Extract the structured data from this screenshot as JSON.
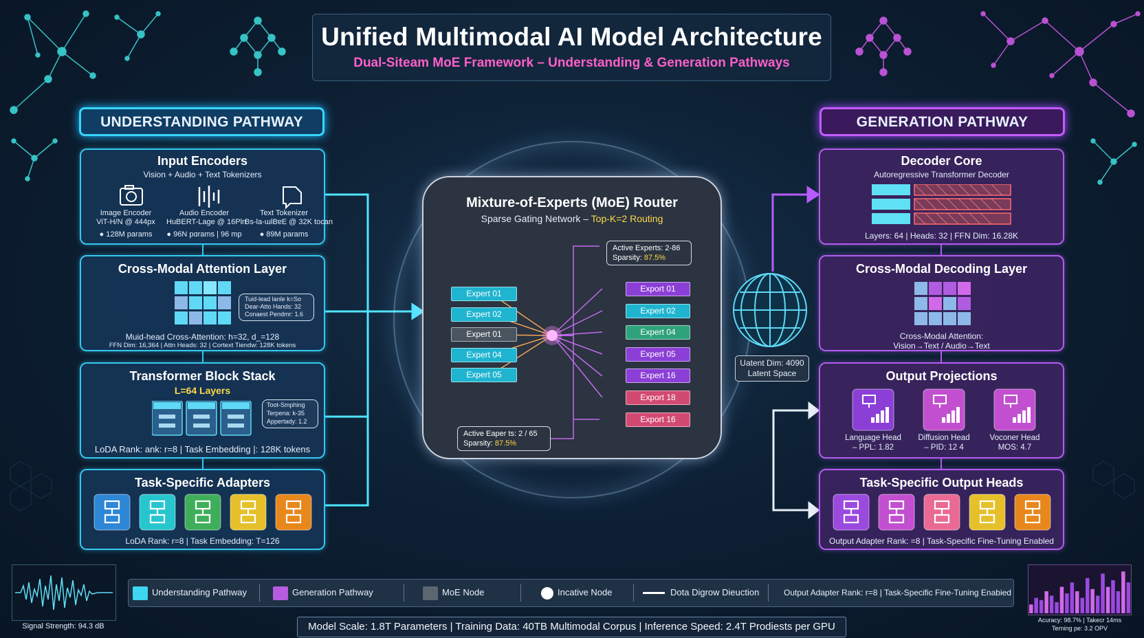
{
  "header": {
    "title": "Unified Multimodal AI Model Architecture",
    "subtitle": "Dual-Siteam MoE Framework – Understanding & Generation Pathways"
  },
  "understanding": {
    "header": "UNDERSTANDING PATHWAY",
    "input_encoders": {
      "title": "Input Encoders",
      "subtitle": "Vision + Audio + Text Tokenizers",
      "encoders": [
        {
          "icon": "camera-icon",
          "name": "Image Encoder",
          "spec": "ViT-H/N @ 444px",
          "params": "128M params"
        },
        {
          "icon": "waveform-icon",
          "name": "Audio Encoder",
          "spec": "HuBERT-Lage @ 16Pln",
          "params": "96N pɑrams | 96 mp"
        },
        {
          "icon": "document-icon",
          "name": "Text Tokenizer",
          "spec": "Bs-la-ɯlBɐE @ 32K tocan",
          "params": "89M params"
        }
      ]
    },
    "cross_modal": {
      "title": "Cross-Modal Attention Layer",
      "note_lines": [
        "Tuid-lead lanle k=So",
        "Dear-Atto Hands: 32",
        "Conaest Pendmr: 1.6"
      ],
      "line1": "Muid-head Cross-Attention: h=32, d_=128",
      "line2": "FFN Dim: 16,364 | Attn Heads: 32 | Cortext Tiendw: 128K tokens"
    },
    "transformer": {
      "title": "Transformer Block Stack",
      "subtitle": "L=64 Layers",
      "note_lines": [
        "Toot-Smphing",
        "Terpena: k-35",
        "Appertady: 1.2"
      ],
      "footer": "LoDA Rank: ank: r=8 | Task Embedding |:  128K tokens"
    },
    "adapters": {
      "title": "Task-Specific Adapters",
      "footer": "LoDA Rank: r=8 | Task Embedding: T=126",
      "colors": [
        "#2e86d6",
        "#27c6cf",
        "#3fae5a",
        "#e6c02a",
        "#e8871c"
      ]
    }
  },
  "router": {
    "title": "Mixture-of-Experts (MoE) Router",
    "subtitle_prefix": "Sparse Gating Network – ",
    "subtitle_highlight": "Top-K=2 Routing",
    "left_experts": [
      {
        "label": "Expert 01",
        "color": "#1fb4cf"
      },
      {
        "label": "Expert 02",
        "color": "#1fb4cf"
      },
      {
        "label": "Expert 01",
        "color": "#4a5560"
      },
      {
        "label": "Expert 04",
        "color": "#1fb4cf"
      },
      {
        "label": "Expert 05",
        "color": "#1fb4cf"
      }
    ],
    "right_experts": [
      {
        "label": "Export 01",
        "color": "#8b3fd6"
      },
      {
        "label": "Expert 02",
        "color": "#1fb4cf"
      },
      {
        "label": "Expert 04",
        "color": "#2ea27a"
      },
      {
        "label": "Expert 05",
        "color": "#8b3fd6"
      },
      {
        "label": "Expert 16",
        "color": "#8b3fd6"
      },
      {
        "label": "Export 18",
        "color": "#d24a72"
      },
      {
        "label": "Export 16",
        "color": "#d24a72"
      }
    ],
    "callout_top": {
      "line1": "Active Experts: 2-86",
      "line2_label": "Sparsity: ",
      "line2_value": "87.5%"
    },
    "callout_bottom": {
      "line1": "Active Eaper ts: 2 / 65",
      "line2_label": "Sparsity: ",
      "line2_value": "87.5%"
    }
  },
  "latent": {
    "line1": "Uatent Dim: 4090",
    "line2": "Latent Space"
  },
  "generation": {
    "header": "GENERATION PATHWAY",
    "decoder": {
      "title": "Decoder Core",
      "subtitle": "Autoregressive Transformer Decoder",
      "footer": "Layers: 64 | Heads: 32 | FFN Dim: 16.28K"
    },
    "cross_decoding": {
      "title": "Cross-Modal Decoding Layer",
      "line1": "Cross-Modal Attention:",
      "line2": "Vision→Text  / Audio→Text"
    },
    "projections": {
      "title": "Output Projections",
      "items": [
        {
          "name": "Language Head",
          "metric": "– PPL: 1.82",
          "color": "#8b3fd6"
        },
        {
          "name": "Diffusion Head",
          "metric": "– PID: 12 4",
          "color": "#c24fd0"
        },
        {
          "name": "Voconer Head",
          "metric": "MOS: 4.7",
          "color": "#c24fd0"
        }
      ]
    },
    "heads": {
      "title": "Task-Specific Output Heads",
      "footer": "Output Adapter Rank: =8 | Task-Specific Fine-Tuning Enabled",
      "colors": [
        "#9b49df",
        "#c24fd0",
        "#ea6a93",
        "#e6c02a",
        "#e8871c"
      ]
    }
  },
  "legend": {
    "items": [
      {
        "label": "Understanding Pathway",
        "color": "#3ed6f0"
      },
      {
        "label": "Generation Pathway",
        "color": "#b75ce0"
      },
      {
        "label": "MoE Node",
        "color": "#5c6670"
      },
      {
        "label": "Incative Node",
        "color": "#ffffff"
      },
      {
        "label": "Dota Digrow Dieuction",
        "color": "#ffffff"
      }
    ],
    "note": "Output Adapter Rank: r=8 | Task-Specific Fine-Tuning Enabied"
  },
  "stats": "Model Scale: 1.8T Parameters  |  Training Data: 40TB Multimodal Corpus  |  Inference Speed: 2.4T Prodiests per GPU",
  "signal": {
    "label": "Signal Strength: 94.3 dB"
  },
  "accuracy": {
    "line1": "Acuracy: 98.7% | Takecr 14ms",
    "line2": "Terning pe: 3.2 OPV",
    "bars": [
      0.2,
      0.35,
      0.3,
      0.5,
      0.4,
      0.25,
      0.6,
      0.45,
      0.7,
      0.5,
      0.35,
      0.8,
      0.55,
      0.4,
      0.9,
      0.6,
      0.75,
      0.5,
      0.95,
      0.7
    ]
  }
}
